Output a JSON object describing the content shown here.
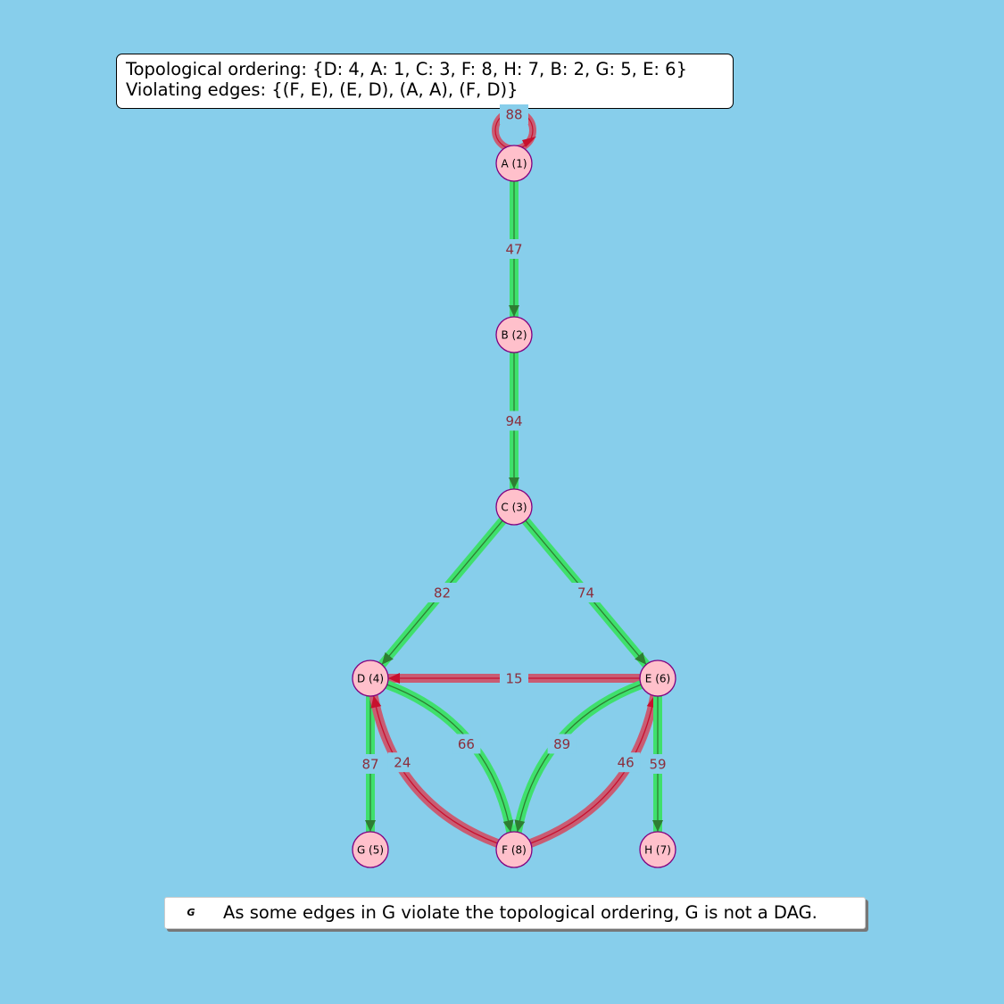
{
  "header": {
    "ordering_line": "Topological ordering: {D: 4, A: 1, C: 3, F: 8, H: 7, B: 2, G: 5, E: 6}",
    "violating_line": "Violating edges: {(F, E), (E, D), (A, A), (F, D)}"
  },
  "colors": {
    "background": "#87CEEB",
    "valid_edge_halo": "#3FE06C",
    "valid_edge_core": "#2E7D32",
    "violating_edge_halo": "#C95C73",
    "violating_edge_core": "#C8102E",
    "node_fill": "#FFC0CB",
    "node_stroke": "#800080",
    "weight_label": "#8B2E3C"
  },
  "nodes": [
    {
      "id": "A",
      "label": "A (1)"
    },
    {
      "id": "B",
      "label": "B (2)"
    },
    {
      "id": "C",
      "label": "C (3)"
    },
    {
      "id": "D",
      "label": "D (4)"
    },
    {
      "id": "E",
      "label": "E (6)"
    },
    {
      "id": "F",
      "label": "F (8)"
    },
    {
      "id": "G",
      "label": "G (5)"
    },
    {
      "id": "H",
      "label": "H (7)"
    }
  ],
  "edges": [
    {
      "from": "A",
      "to": "A",
      "weight": "88",
      "violating": true
    },
    {
      "from": "A",
      "to": "B",
      "weight": "47",
      "violating": false
    },
    {
      "from": "B",
      "to": "C",
      "weight": "94",
      "violating": false
    },
    {
      "from": "C",
      "to": "D",
      "weight": "82",
      "violating": false
    },
    {
      "from": "C",
      "to": "E",
      "weight": "74",
      "violating": false
    },
    {
      "from": "E",
      "to": "D",
      "weight": "15",
      "violating": true
    },
    {
      "from": "D",
      "to": "G",
      "weight": "87",
      "violating": false
    },
    {
      "from": "D",
      "to": "F",
      "weight": "66",
      "violating": false
    },
    {
      "from": "F",
      "to": "D",
      "weight": "24",
      "violating": true
    },
    {
      "from": "E",
      "to": "F",
      "weight": "89",
      "violating": false
    },
    {
      "from": "F",
      "to": "E",
      "weight": "46",
      "violating": true
    },
    {
      "from": "E",
      "to": "H",
      "weight": "59",
      "violating": false
    }
  ],
  "footer": {
    "symbol": "G",
    "text": "As some edges in G violate the topological ordering, G is not a DAG."
  }
}
